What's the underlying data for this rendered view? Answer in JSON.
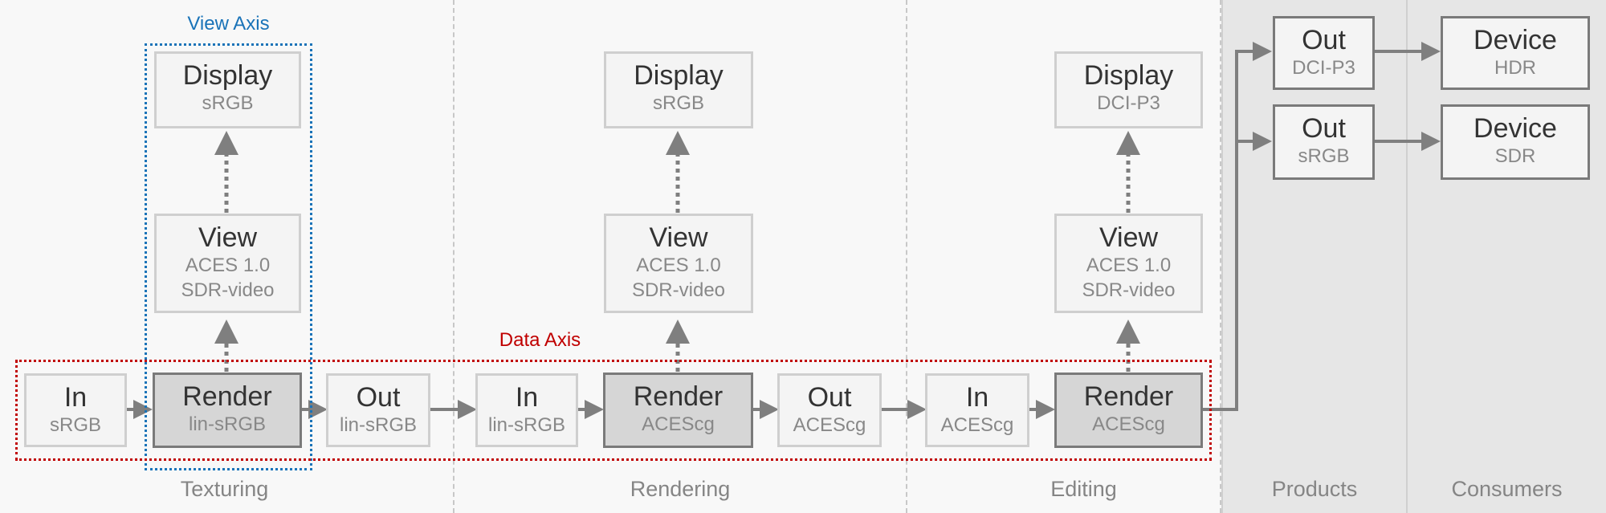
{
  "sections": {
    "texturing": "Texturing",
    "rendering": "Rendering",
    "editing": "Editing",
    "products": "Products",
    "consumers": "Consumers"
  },
  "axes": {
    "view_axis": "View Axis",
    "data_axis": "Data Axis",
    "view_axis_color": "#1a73b8",
    "data_axis_color": "#c00000"
  },
  "texturing": {
    "display": {
      "title": "Display",
      "sub": "sRGB"
    },
    "view": {
      "title": "View",
      "sub1": "ACES 1.0",
      "sub2": "SDR-video"
    },
    "in": {
      "title": "In",
      "sub": "sRGB"
    },
    "render": {
      "title": "Render",
      "sub": "lin-sRGB"
    },
    "out": {
      "title": "Out",
      "sub": "lin-sRGB"
    }
  },
  "rendering": {
    "display": {
      "title": "Display",
      "sub": "sRGB"
    },
    "view": {
      "title": "View",
      "sub1": "ACES 1.0",
      "sub2": "SDR-video"
    },
    "in": {
      "title": "In",
      "sub": "lin-sRGB"
    },
    "render": {
      "title": "Render",
      "sub": "ACEScg"
    },
    "out": {
      "title": "Out",
      "sub": "ACEScg"
    }
  },
  "editing": {
    "display": {
      "title": "Display",
      "sub": "DCI-P3"
    },
    "view": {
      "title": "View",
      "sub1": "ACES 1.0",
      "sub2": "SDR-video"
    },
    "in": {
      "title": "In",
      "sub": "ACEScg"
    },
    "render": {
      "title": "Render",
      "sub": "ACEScg"
    }
  },
  "products": {
    "out_p3": {
      "title": "Out",
      "sub": "DCI-P3"
    },
    "out_srgb": {
      "title": "Out",
      "sub": "sRGB"
    }
  },
  "consumers": {
    "device_hdr": {
      "title": "Device",
      "sub": "HDR"
    },
    "device_sdr": {
      "title": "Device",
      "sub": "SDR"
    }
  }
}
